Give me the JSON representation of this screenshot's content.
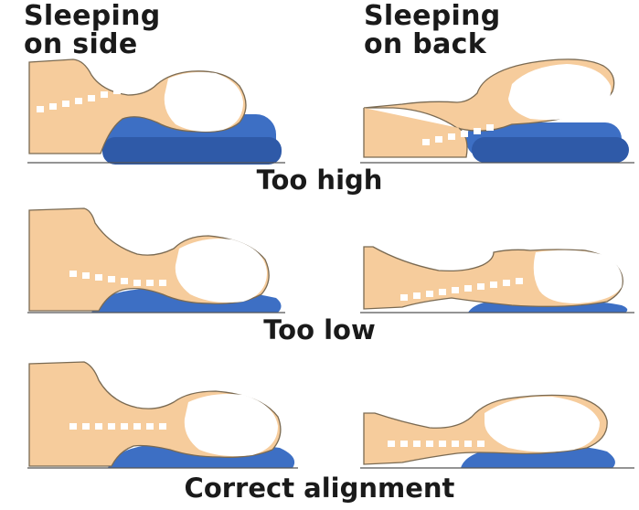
{
  "headers": {
    "side": [
      "Sleeping",
      "on side"
    ],
    "back": [
      "Sleeping",
      "on back"
    ]
  },
  "rows": [
    {
      "label": "Too high"
    },
    {
      "label": "Too low"
    },
    {
      "label": "Correct alignment"
    }
  ],
  "colors": {
    "skin": "#f6cc9c",
    "outline": "#7a6a52",
    "pillow": "#3d6fc4",
    "pillow_dark": "#2f5aa8",
    "head": "#ffffff",
    "spine_marks": "#ffffff",
    "ground": "#555555"
  }
}
